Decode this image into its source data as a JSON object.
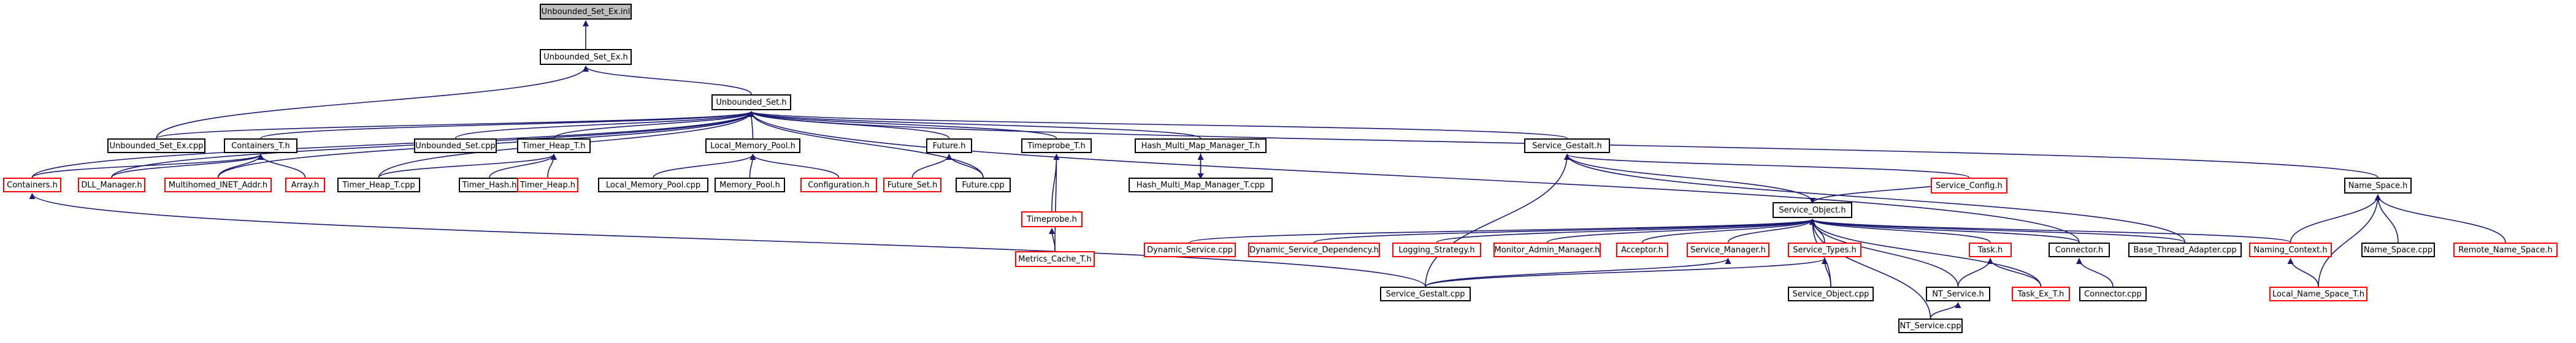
{
  "nodes": [
    {
      "id": "root",
      "label": "Unbounded_Set_Ex.inl",
      "style": "root"
    },
    {
      "id": "setexh",
      "label": "Unbounded_Set_Ex.h",
      "style": "black"
    },
    {
      "id": "seth",
      "label": "Unbounded_Set.h",
      "style": "black"
    },
    {
      "id": "setexcpp",
      "label": "Unbounded_Set_Ex.cpp",
      "style": "black"
    },
    {
      "id": "contT",
      "label": "Containers_T.h",
      "style": "black"
    },
    {
      "id": "setcpp",
      "label": "Unbounded_Set.cpp",
      "style": "black"
    },
    {
      "id": "timerHeapTh",
      "label": "Timer_Heap_T.h",
      "style": "black"
    },
    {
      "id": "lmp",
      "label": "Local_Memory_Pool.h",
      "style": "black"
    },
    {
      "id": "future",
      "label": "Future.h",
      "style": "black"
    },
    {
      "id": "timeprobeT",
      "label": "Timeprobe_T.h",
      "style": "black"
    },
    {
      "id": "hmmm",
      "label": "Hash_Multi_Map_Manager_T.h",
      "style": "black"
    },
    {
      "id": "gestalt",
      "label": "Service_Gestalt.h",
      "style": "black"
    },
    {
      "id": "namespace",
      "label": "Name_Space.h",
      "style": "black"
    },
    {
      "id": "containers",
      "label": "Containers.h",
      "style": "red"
    },
    {
      "id": "dll",
      "label": "DLL_Manager.h",
      "style": "red"
    },
    {
      "id": "multihomed",
      "label": "Multihomed_INET_Addr.h",
      "style": "red"
    },
    {
      "id": "array",
      "label": "Array.h",
      "style": "red"
    },
    {
      "id": "timerHeapTcpp",
      "label": "Timer_Heap_T.cpp",
      "style": "black"
    },
    {
      "id": "timerHash",
      "label": "Timer_Hash.h",
      "style": "black"
    },
    {
      "id": "timerHeap",
      "label": "Timer_Heap.h",
      "style": "red"
    },
    {
      "id": "lmpcpp",
      "label": "Local_Memory_Pool.cpp",
      "style": "black"
    },
    {
      "id": "memorypool",
      "label": "Memory_Pool.h",
      "style": "black"
    },
    {
      "id": "configuration",
      "label": "Configuration.h",
      "style": "red"
    },
    {
      "id": "futureset",
      "label": "Future_Set.h",
      "style": "red"
    },
    {
      "id": "futurecpp",
      "label": "Future.cpp",
      "style": "black"
    },
    {
      "id": "timeprobe",
      "label": "Timeprobe.h",
      "style": "red"
    },
    {
      "id": "metrics",
      "label": "Metrics_Cache_T.h",
      "style": "red"
    },
    {
      "id": "hmmmcpp",
      "label": "Hash_Multi_Map_Manager_T.cpp",
      "style": "black"
    },
    {
      "id": "serviceobject",
      "label": "Service_Object.h",
      "style": "black"
    },
    {
      "id": "serviceconfig",
      "label": "Service_Config.h",
      "style": "red"
    },
    {
      "id": "dynamicservice",
      "label": "Dynamic_Service.cpp",
      "style": "red"
    },
    {
      "id": "dynamicdep",
      "label": "Dynamic_Service_Dependency.h",
      "style": "red"
    },
    {
      "id": "logging",
      "label": "Logging_Strategy.h",
      "style": "red"
    },
    {
      "id": "monitor",
      "label": "Monitor_Admin_Manager.h",
      "style": "red"
    },
    {
      "id": "acceptor",
      "label": "Acceptor.h",
      "style": "red"
    },
    {
      "id": "servicemanager",
      "label": "Service_Manager.h",
      "style": "red"
    },
    {
      "id": "servicetypes",
      "label": "Service_Types.h",
      "style": "red"
    },
    {
      "id": "taskh",
      "label": "Task.h",
      "style": "red"
    },
    {
      "id": "connectorh",
      "label": "Connector.h",
      "style": "black"
    },
    {
      "id": "basethread",
      "label": "Base_Thread_Adapter.cpp",
      "style": "black"
    },
    {
      "id": "naming",
      "label": "Naming_Context.h",
      "style": "red"
    },
    {
      "id": "namespacecpp",
      "label": "Name_Space.cpp",
      "style": "black"
    },
    {
      "id": "remotename",
      "label": "Remote_Name_Space.h",
      "style": "red"
    },
    {
      "id": "gestaltcpp",
      "label": "Service_Gestalt.cpp",
      "style": "black"
    },
    {
      "id": "serviceobjectcpp",
      "label": "Service_Object.cpp",
      "style": "black"
    },
    {
      "id": "ntserviceh",
      "label": "NT_Service.h",
      "style": "black"
    },
    {
      "id": "taskexT",
      "label": "Task_Ex_T.h",
      "style": "red"
    },
    {
      "id": "connectorcpp",
      "label": "Connector.cpp",
      "style": "black"
    },
    {
      "id": "localnamespace",
      "label": "Local_Name_Space_T.h",
      "style": "red"
    },
    {
      "id": "ntservicecpp",
      "label": "NT_Service.cpp",
      "style": "black"
    }
  ],
  "edges": [
    [
      "setexh",
      "root"
    ],
    [
      "seth",
      "setexh"
    ],
    [
      "setexcpp",
      "setexh"
    ],
    [
      "setexcpp",
      "seth"
    ],
    [
      "contT",
      "seth"
    ],
    [
      "setcpp",
      "seth"
    ],
    [
      "timerHeapTh",
      "seth"
    ],
    [
      "lmp",
      "seth"
    ],
    [
      "future",
      "seth"
    ],
    [
      "timeprobeT",
      "seth"
    ],
    [
      "hmmm",
      "seth"
    ],
    [
      "gestalt",
      "seth"
    ],
    [
      "namespace",
      "seth"
    ],
    [
      "connectorh",
      "seth"
    ],
    [
      "containers",
      "contT"
    ],
    [
      "dll",
      "contT"
    ],
    [
      "multihomed",
      "contT"
    ],
    [
      "array",
      "contT"
    ],
    [
      "containers",
      "seth"
    ],
    [
      "dll",
      "seth"
    ],
    [
      "multihomed",
      "seth"
    ],
    [
      "timerHeapTcpp",
      "seth"
    ],
    [
      "timerHeapTcpp",
      "timerHeapTh"
    ],
    [
      "timerHash",
      "timerHeapTh"
    ],
    [
      "timerHeap",
      "timerHeapTh"
    ],
    [
      "lmpcpp",
      "lmp"
    ],
    [
      "memorypool",
      "lmp"
    ],
    [
      "configuration",
      "lmp"
    ],
    [
      "futureset",
      "future"
    ],
    [
      "futurecpp",
      "future"
    ],
    [
      "futurecpp",
      "seth"
    ],
    [
      "timeprobe",
      "timeprobeT"
    ],
    [
      "metrics",
      "timeprobeT"
    ],
    [
      "metrics",
      "timeprobe"
    ],
    [
      "hmmmcpp",
      "hmmm"
    ],
    [
      "hmmm",
      "hmmmcpp"
    ],
    [
      "serviceobject",
      "gestalt"
    ],
    [
      "serviceconfig",
      "gestalt"
    ],
    [
      "gestaltcpp",
      "gestalt"
    ],
    [
      "basethread",
      "gestalt"
    ],
    [
      "dynamicservice",
      "serviceobject"
    ],
    [
      "dynamicdep",
      "serviceobject"
    ],
    [
      "logging",
      "serviceobject"
    ],
    [
      "monitor",
      "serviceobject"
    ],
    [
      "acceptor",
      "serviceobject"
    ],
    [
      "servicemanager",
      "serviceobject"
    ],
    [
      "servicetypes",
      "serviceobject"
    ],
    [
      "taskh",
      "serviceobject"
    ],
    [
      "connectorh",
      "serviceobject"
    ],
    [
      "basethread",
      "serviceobject"
    ],
    [
      "naming",
      "serviceobject"
    ],
    [
      "serviceobjectcpp",
      "serviceobject"
    ],
    [
      "ntserviceh",
      "serviceobject"
    ],
    [
      "taskexT",
      "serviceobject"
    ],
    [
      "ntservicecpp",
      "serviceobject"
    ],
    [
      "serviceconfig",
      "serviceobject"
    ],
    [
      "serviceobjectcpp",
      "servicetypes"
    ],
    [
      "gestaltcpp",
      "servicetypes"
    ],
    [
      "gestaltcpp",
      "servicemanager"
    ],
    [
      "gestaltcpp",
      "containers"
    ],
    [
      "ntserviceh",
      "taskh"
    ],
    [
      "taskexT",
      "taskh"
    ],
    [
      "ntservicecpp",
      "ntserviceh"
    ],
    [
      "connectorcpp",
      "connectorh"
    ],
    [
      "naming",
      "namespace"
    ],
    [
      "namespacecpp",
      "namespace"
    ],
    [
      "remotename",
      "namespace"
    ],
    [
      "localnamespace",
      "namespace"
    ],
    [
      "localnamespace",
      "naming"
    ]
  ]
}
